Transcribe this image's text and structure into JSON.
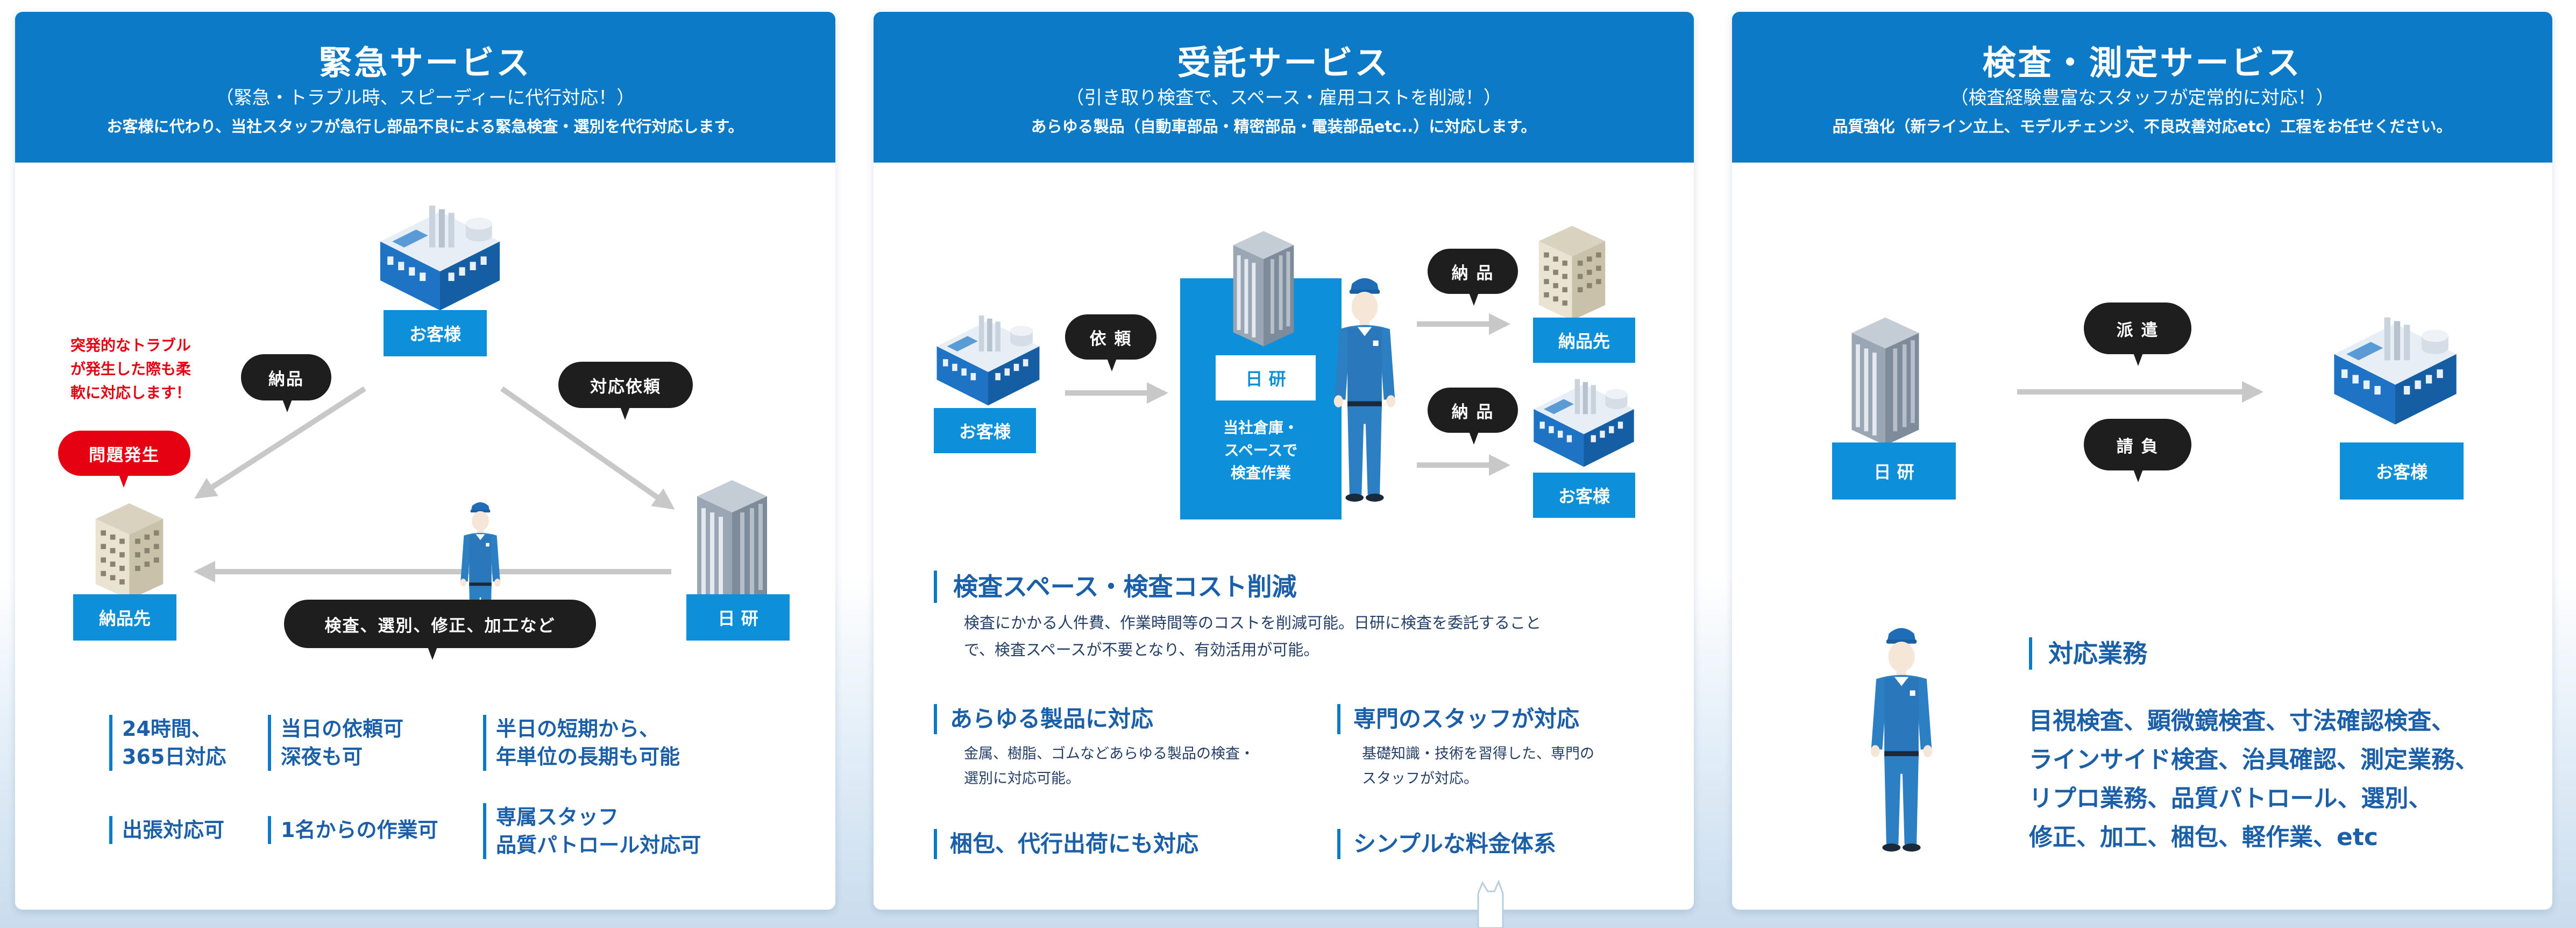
{
  "cards": {
    "emergency": {
      "title": "緊急サービス",
      "subtitle": "（緊急・トラブル時、スピーディーに代行対応！）",
      "desc": "お客様に代わり、当社スタッフが急行し部品不良による緊急検査・選別を代行対応します。",
      "labels": {
        "customer": "お客様",
        "supplier": "納品先",
        "nikken": "日 研"
      },
      "bubbles": {
        "delivery": "納品",
        "request": "対応依頼",
        "problem": "問題発生",
        "work": "検査、選別、修正、加工など"
      },
      "note": [
        "突発的なトラブル",
        "が発生した際も柔",
        "軟に対応します！"
      ],
      "features": [
        [
          "24時間、",
          "365日対応"
        ],
        [
          "当日の依頼可",
          "深夜も可"
        ],
        [
          "半日の短期から、",
          "年単位の長期も可能"
        ],
        [
          "出張対応可"
        ],
        [
          "1名からの作業可"
        ],
        [
          "専属スタッフ",
          "品質パトロール対応可"
        ]
      ]
    },
    "consign": {
      "title": "受託サービス",
      "subtitle": "（引き取り検査で、スペース・雇用コストを削減！）",
      "desc": "あらゆる製品（自動車部品・精密部品・電装部品etc..）に対応します。",
      "labels": {
        "customer": "お客様",
        "nikken": "日 研",
        "supplier": "納品先",
        "customer2": "お客様"
      },
      "warehouse": [
        "当社倉庫・",
        "スペースで",
        "検査作業"
      ],
      "bubbles": {
        "request": "依 頼",
        "delivery1": "納 品",
        "delivery2": "納 品"
      },
      "sections": {
        "s1_title": "検査スペース・検査コスト削減",
        "s1_body": [
          "検査にかかる人件費、作業時間等のコストを削減可能。日研に検査を委託すること",
          "で、検査スペースが不要となり、有効活用が可能。"
        ],
        "s2_title": "あらゆる製品に対応",
        "s2_body": [
          "金属、樹脂、ゴムなどあらゆる製品の検査・",
          "選別に対応可能。"
        ],
        "s3_title": "専門のスタッフが対応",
        "s3_body": [
          "基礎知識・技術を習得した、専門の",
          "スタッフが対応。"
        ],
        "s4_title": "梱包、代行出荷にも対応",
        "s5_title": "シンプルな料金体系"
      }
    },
    "inspection": {
      "title": "検査・測定サービス",
      "subtitle": "（検査経験豊富なスタッフが定常的に対応！）",
      "desc": "品質強化（新ライン立上、モデルチェンジ、不良改善対応etc）工程をお任せください。",
      "labels": {
        "nikken": "日 研",
        "customer": "お客様"
      },
      "bubbles": {
        "dispatch": "派 遣",
        "contract": "請 負"
      },
      "section_title": "対応業務",
      "tasks": [
        "目視検査、顕微鏡検査、寸法確認検査、",
        "ラインサイド検査、治具確認、測定業務、",
        "リプロ業務、品質パトロール、選別、",
        "修正、加工、梱包、軽作業、etc"
      ]
    }
  },
  "colors": {
    "brand_blue": "#0c7ac7",
    "label_blue": "#0e8fd9",
    "alert_red": "#e50012",
    "bubble_black": "#1e1e1e"
  }
}
